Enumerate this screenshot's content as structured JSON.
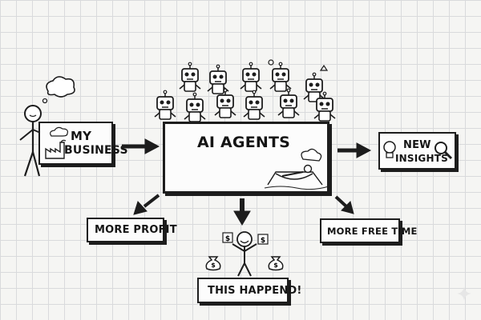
{
  "nodes": {
    "my_business": {
      "line1": "MY",
      "line2": "BUSINESS"
    },
    "ai_agents": {
      "label": "AI AGENTS"
    },
    "new_insights": {
      "line1": "NEW",
      "line2": "INSIGHTS"
    },
    "more_profit": {
      "label": "MORE PROFIT"
    },
    "more_free_time": {
      "label": "MORE FREE TIME"
    },
    "result": {
      "label": "THIS HAPPEND!"
    }
  },
  "edges": [
    {
      "from": "my_business",
      "to": "ai_agents"
    },
    {
      "from": "ai_agents",
      "to": "new_insights"
    },
    {
      "from": "ai_agents",
      "to": "more_profit"
    },
    {
      "from": "ai_agents",
      "to": "more_free_time"
    },
    {
      "from": "ai_agents",
      "to": "result"
    }
  ],
  "icons": [
    "stick-figure-icon",
    "thought-bubble-icon",
    "factory-icon",
    "robot-icon",
    "lightbulb-icon",
    "magnifier-icon",
    "hammock-icon",
    "money-bag-icon",
    "dollar-icon",
    "sparkle-icon"
  ]
}
